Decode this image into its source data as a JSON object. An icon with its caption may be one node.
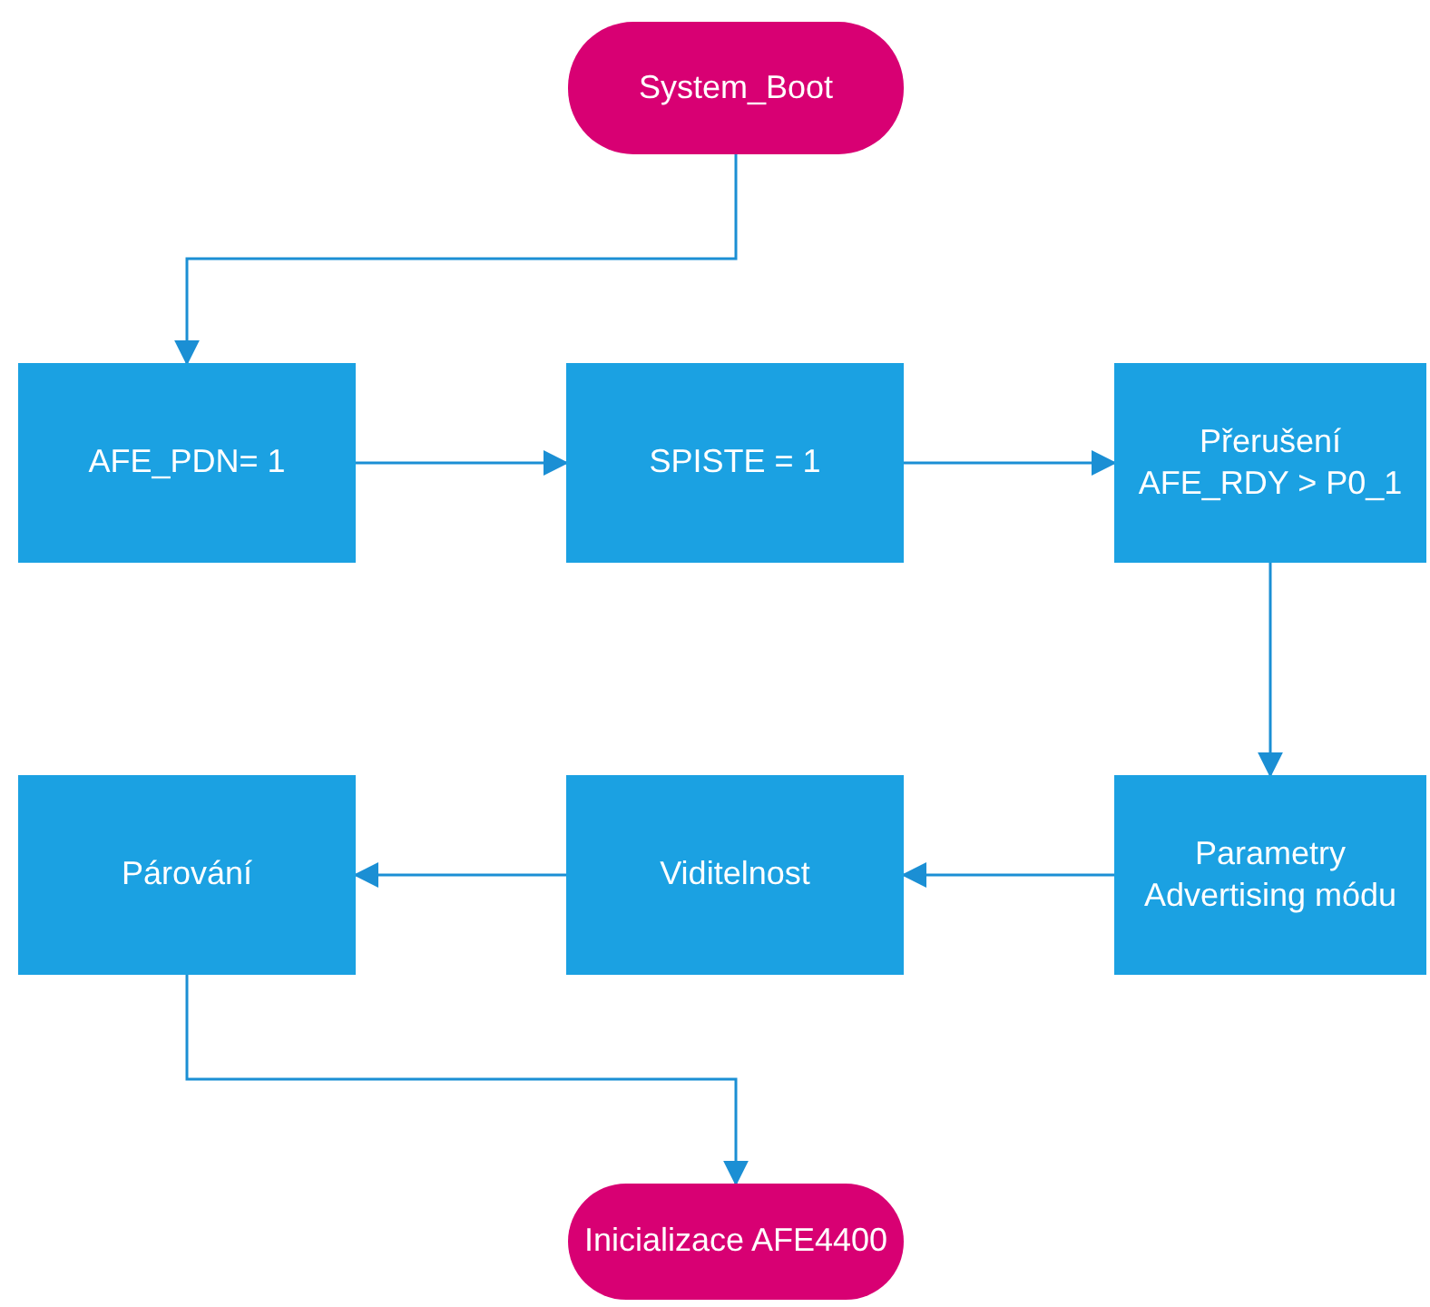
{
  "diagram": {
    "nodes": [
      {
        "text": [
          "System_Boot"
        ]
      },
      {
        "text": [
          "AFE_PDN= 1"
        ]
      },
      {
        "text": [
          "SPISTE = 1"
        ]
      },
      {
        "text": [
          "Přerušení AFE_RDY > P0_1"
        ]
      },
      {
        "text": [
          "Parametry Advertising módu"
        ]
      },
      {
        "text": [
          "Viditelnost"
        ]
      },
      {
        "text": [
          "Párování"
        ]
      },
      {
        "text": [
          "Inicializace AFE4400"
        ]
      }
    ],
    "edges": [
      {
        "from": 0,
        "to": 1,
        "arrow": "to"
      },
      {
        "from": 1,
        "to": 2,
        "arrow": "to"
      },
      {
        "from": 2,
        "to": 3,
        "arrow": "to"
      },
      {
        "from": 3,
        "to": 4,
        "arrow": "to"
      },
      {
        "from": 4,
        "to": 5,
        "arrow": "to"
      },
      {
        "from": 5,
        "to": 6,
        "arrow": "to"
      },
      {
        "from": 6,
        "to": 7,
        "arrow": "to"
      }
    ]
  }
}
